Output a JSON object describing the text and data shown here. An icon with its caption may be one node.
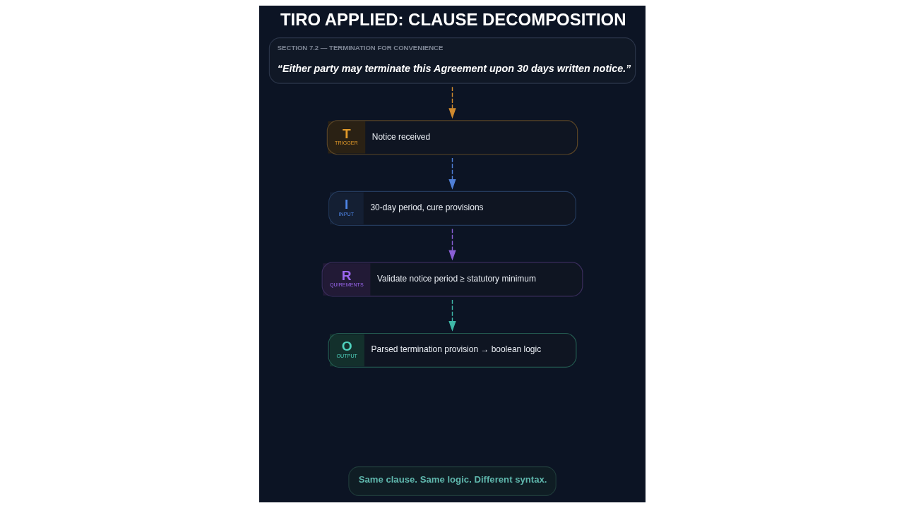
{
  "diagram": {
    "title": "TIRO APPLIED: CLAUSE DECOMPOSITION",
    "nodes": [
      {
        "text": [
          "SECTION 7.2 — TERMINATION FOR CONVENIENCE",
          "“Either party may terminate this Agreement upon 30 days written notice.”"
        ]
      },
      {
        "text": [
          "T",
          "TRIGGER",
          "Notice received"
        ]
      },
      {
        "text": [
          "I",
          "INPUT",
          "30-day period, cure provisions"
        ]
      },
      {
        "text": [
          "R",
          "QUIREMENTS",
          "Validate notice period ≥ statutory minimum"
        ]
      },
      {
        "text": [
          "O",
          "OUTPUT",
          "Parsed termination provision → boolean logic"
        ]
      },
      {
        "text": [
          "Same clause. Same logic. Different syntax."
        ]
      }
    ],
    "edges": [
      {
        "from": 0,
        "to": 1,
        "arrow": "to",
        "style": "dashed",
        "color": "#d08a2e"
      },
      {
        "from": 1,
        "to": 2,
        "arrow": "to",
        "style": "dashed",
        "color": "#4f7fd6"
      },
      {
        "from": 2,
        "to": 3,
        "arrow": "to",
        "style": "dashed",
        "color": "#8a5fd6"
      },
      {
        "from": 3,
        "to": 4,
        "arrow": "to",
        "style": "dashed",
        "color": "#3fb8a8"
      }
    ]
  }
}
